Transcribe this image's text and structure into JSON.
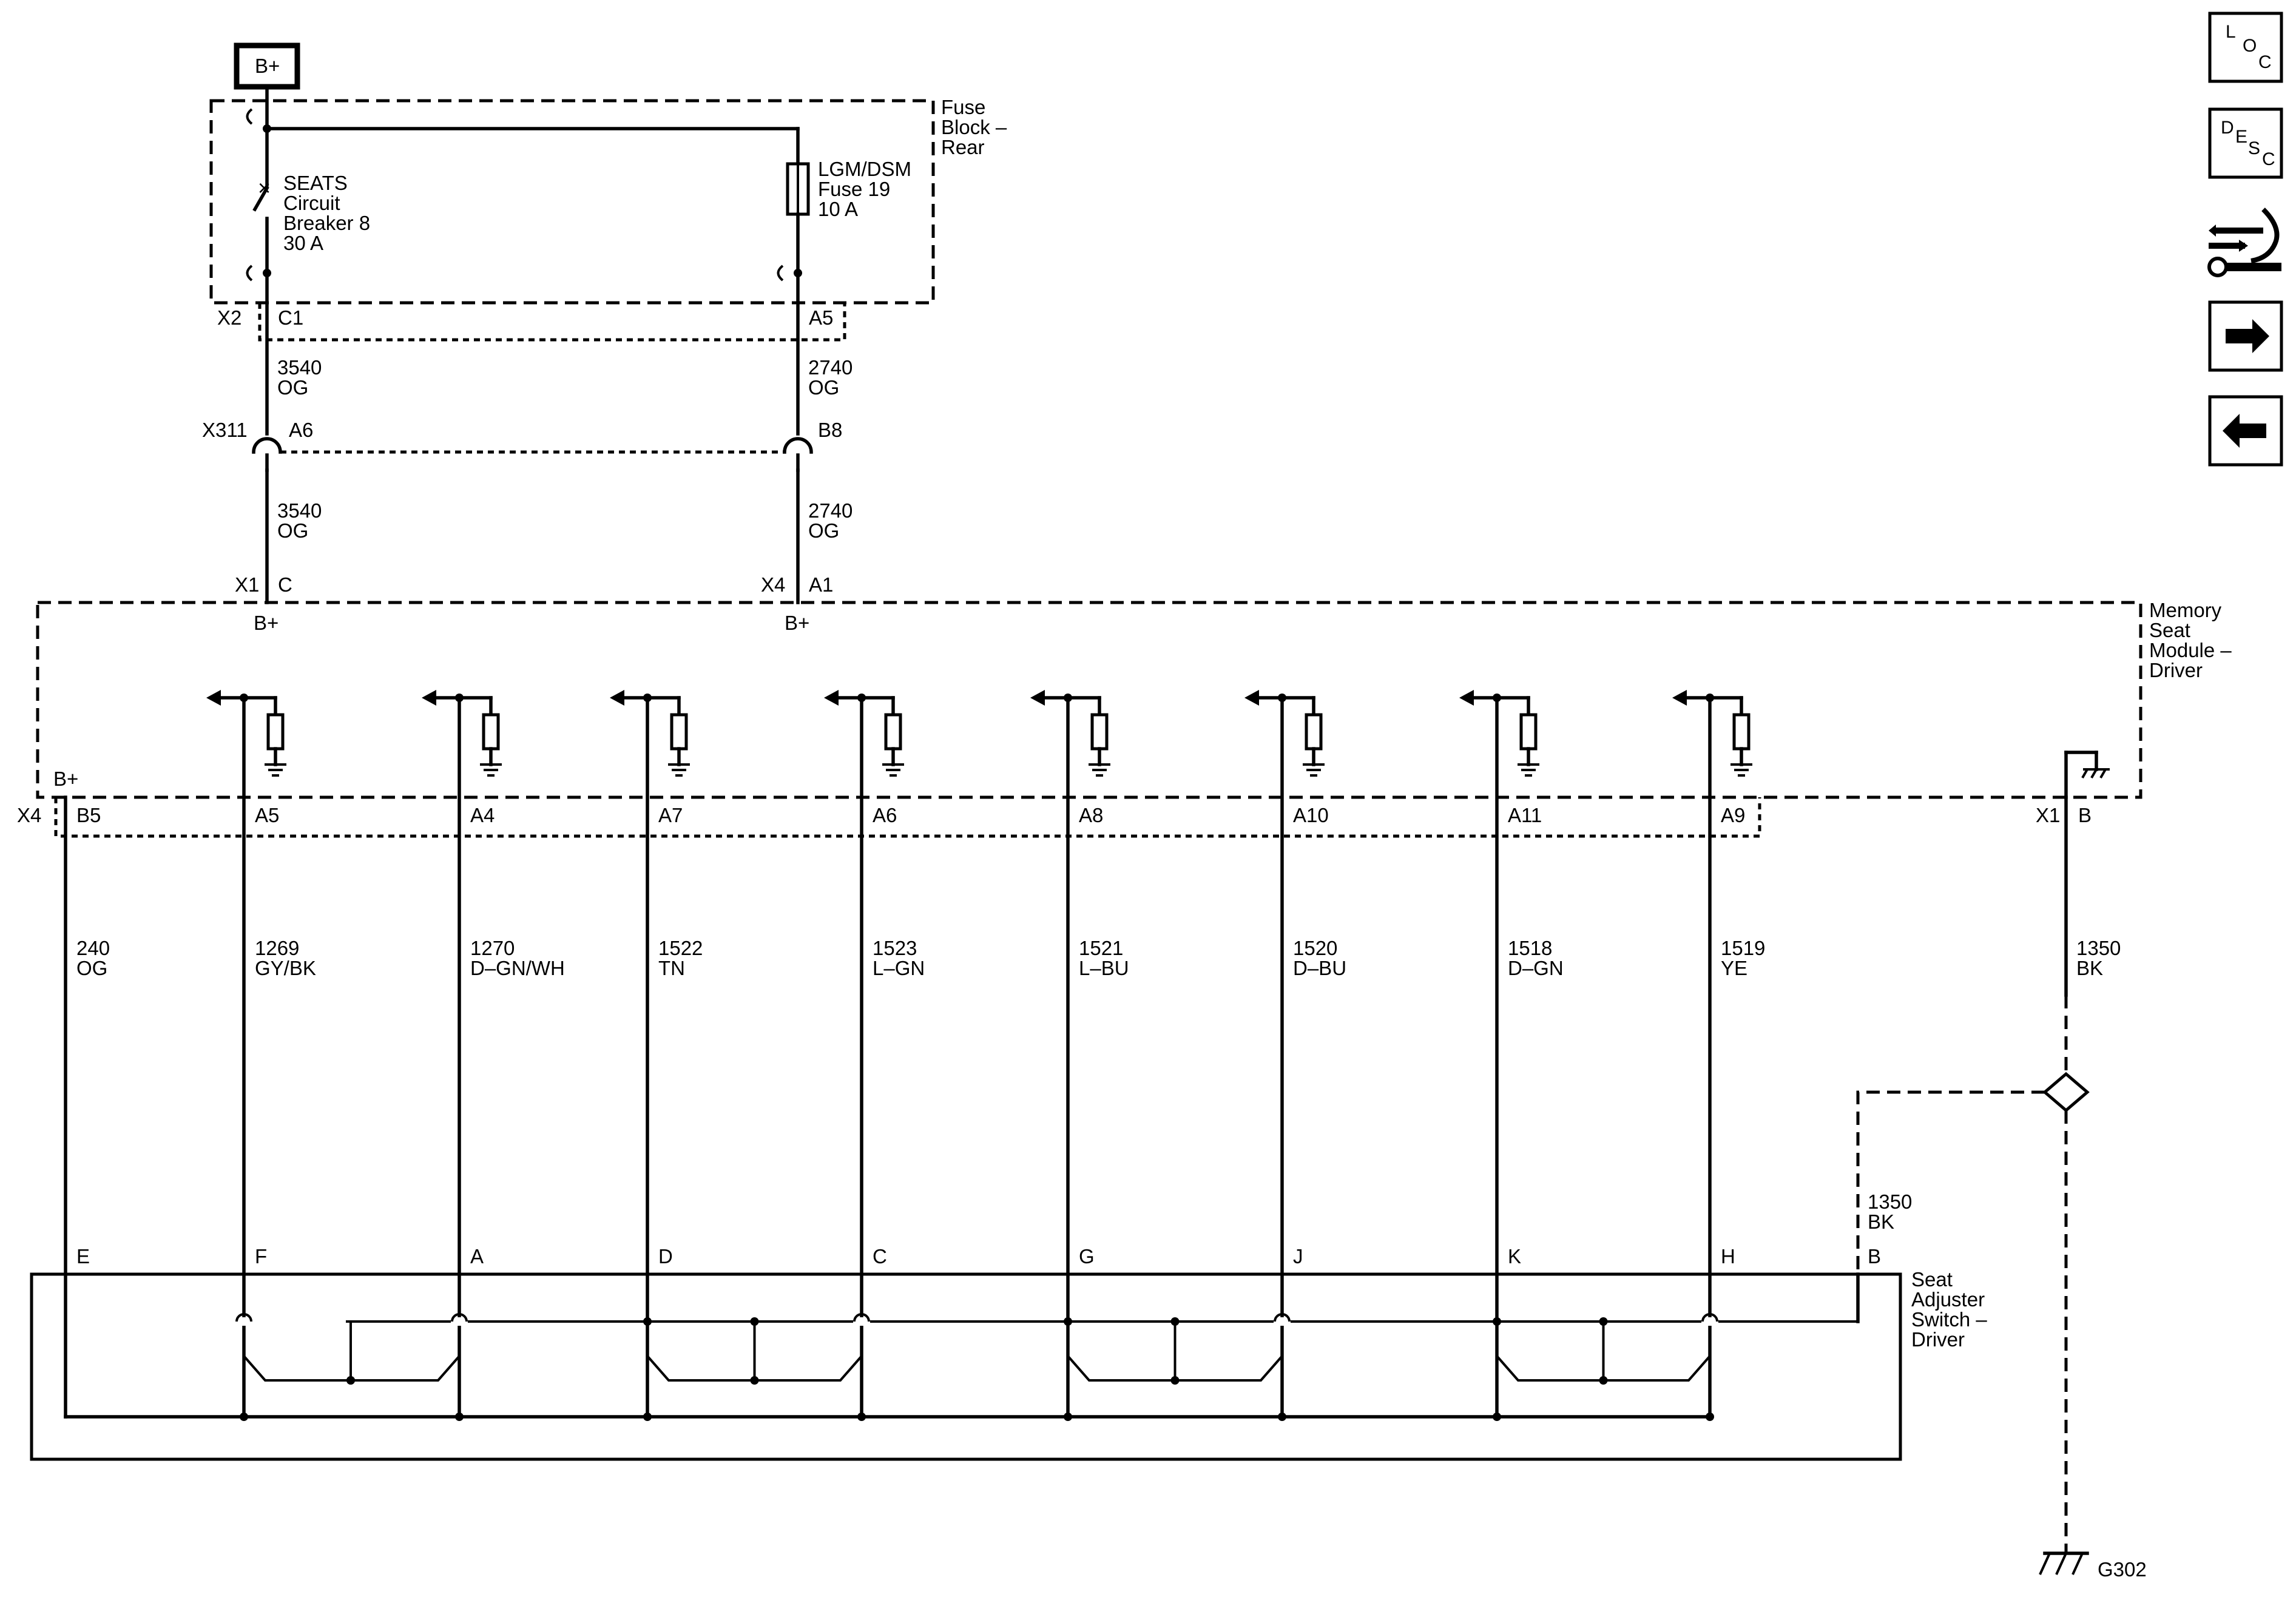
{
  "source": {
    "label": "B+"
  },
  "fuse_block": {
    "name": "Fuse\nBlock –\nRear",
    "breaker_label": "SEATS\nCircuit\nBreaker 8\n30 A",
    "fuse_label": "LGM/DSM\nFuse 19\n10 A",
    "connector": "X2",
    "pin_breaker": "C1",
    "pin_fuse": "A5"
  },
  "upper_wires": [
    {
      "circuit": "3540\nOG"
    },
    {
      "circuit": "2740\nOG"
    }
  ],
  "inline_connector": {
    "name": "X311",
    "pin_left": "A6",
    "pin_right": "B8"
  },
  "lower_wires": [
    {
      "circuit": "3540\nOG"
    },
    {
      "circuit": "2740\nOG"
    }
  ],
  "module": {
    "name": "Memory\nSeat\nModule –\nDriver",
    "input_left_connector": "X1",
    "input_left_pin": "C",
    "input_left_label": "B+",
    "input_right_connector": "X4",
    "input_right_pin": "A1",
    "input_right_label": "B+",
    "out_connector": "X4",
    "out_b_plus": "B+",
    "ground_connector": "X1",
    "ground_pin": "B"
  },
  "switch_lines": [
    {
      "module_pin": "B5",
      "circuit": "240\nOG",
      "switch_pin": "E"
    },
    {
      "module_pin": "A5",
      "circuit": "1269\nGY/BK",
      "switch_pin": "F"
    },
    {
      "module_pin": "A4",
      "circuit": "1270\nD–GN/WH",
      "switch_pin": "A"
    },
    {
      "module_pin": "A7",
      "circuit": "1522\nTN",
      "switch_pin": "D"
    },
    {
      "module_pin": "A6",
      "circuit": "1523\nL–GN",
      "switch_pin": "C"
    },
    {
      "module_pin": "A8",
      "circuit": "1521\nL–BU",
      "switch_pin": "G"
    },
    {
      "module_pin": "A10",
      "circuit": "1520\nD–BU",
      "switch_pin": "J"
    },
    {
      "module_pin": "A11",
      "circuit": "1518\nD–GN",
      "switch_pin": "K"
    },
    {
      "module_pin": "A9",
      "circuit": "1519\nYE",
      "switch_pin": "H"
    }
  ],
  "ground_wire": {
    "circuit": "1350\nBK"
  },
  "switch_ground_wire": {
    "circuit": "1350\nBK",
    "switch_pin": "B"
  },
  "switch": {
    "name": "Seat\nAdjuster\nSwitch –\nDriver"
  },
  "ground": {
    "name": "G302"
  },
  "nav": [
    {
      "name": "loc-button",
      "text": "LOC"
    },
    {
      "name": "desc-button",
      "text": "DESC"
    },
    {
      "name": "connector-button",
      "icon": "connector-wrench-icon"
    },
    {
      "name": "next-button",
      "icon": "arrow-right-icon"
    },
    {
      "name": "prev-button",
      "icon": "arrow-left-icon"
    }
  ]
}
